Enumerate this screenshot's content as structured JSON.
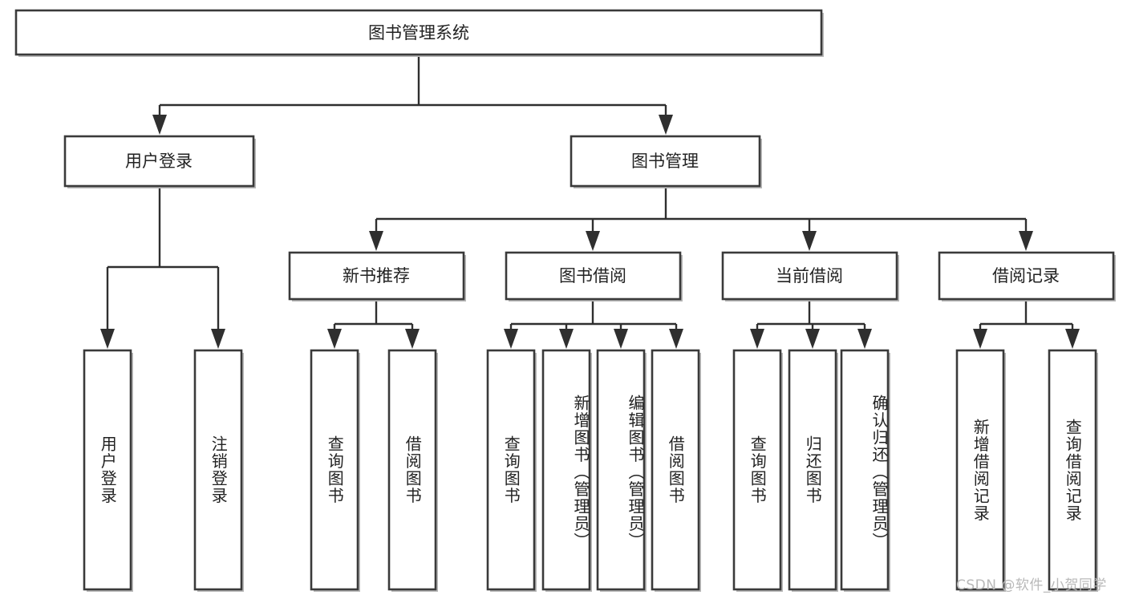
{
  "diagram": {
    "title": "图书管理系统",
    "type": "function-structure-tree",
    "root": {
      "id": "root",
      "label": "图书管理系统"
    },
    "level2": [
      {
        "id": "user-login",
        "label": "用户登录"
      },
      {
        "id": "book-manage",
        "label": "图书管理"
      }
    ],
    "level3": [
      {
        "id": "new-book-rec",
        "label": "新书推荐",
        "parent": "book-manage"
      },
      {
        "id": "book-borrow",
        "label": "图书借阅",
        "parent": "book-manage"
      },
      {
        "id": "current-borrow",
        "label": "当前借阅",
        "parent": "book-manage"
      },
      {
        "id": "borrow-record",
        "label": "借阅记录",
        "parent": "book-manage"
      }
    ],
    "leaves": [
      {
        "id": "leaf-user-login",
        "label": "用户登录",
        "parent": "user-login"
      },
      {
        "id": "leaf-user-logout",
        "label": "注销登录",
        "parent": "user-login"
      },
      {
        "id": "leaf-query-book-1",
        "label": "查询图书",
        "parent": "new-book-rec"
      },
      {
        "id": "leaf-borrow-book-1",
        "label": "借阅图书",
        "parent": "new-book-rec"
      },
      {
        "id": "leaf-query-book-2",
        "label": "查询图书",
        "parent": "book-borrow"
      },
      {
        "id": "leaf-add-book",
        "label": "新增图书（管理员）",
        "parent": "book-borrow"
      },
      {
        "id": "leaf-edit-book",
        "label": "编辑图书（管理员）",
        "parent": "book-borrow"
      },
      {
        "id": "leaf-borrow-book-2",
        "label": "借阅图书",
        "parent": "book-borrow"
      },
      {
        "id": "leaf-query-book-3",
        "label": "查询图书",
        "parent": "current-borrow"
      },
      {
        "id": "leaf-return-book",
        "label": "归还图书",
        "parent": "current-borrow"
      },
      {
        "id": "leaf-confirm-return",
        "label": "确认归还（管理员）",
        "parent": "current-borrow"
      },
      {
        "id": "leaf-add-record",
        "label": "新增借阅记录",
        "parent": "borrow-record"
      },
      {
        "id": "leaf-query-record",
        "label": "查询借阅记录",
        "parent": "borrow-record"
      }
    ]
  },
  "watermark": {
    "text": "CSDN @软件_小贺同学"
  },
  "colors": {
    "background": "#ffffff",
    "box_fill": "#ffffff",
    "box_stroke": "#3a3a3a",
    "connector": "#2f2f2f",
    "text": "#222222",
    "watermark": "#b9b9b9"
  }
}
